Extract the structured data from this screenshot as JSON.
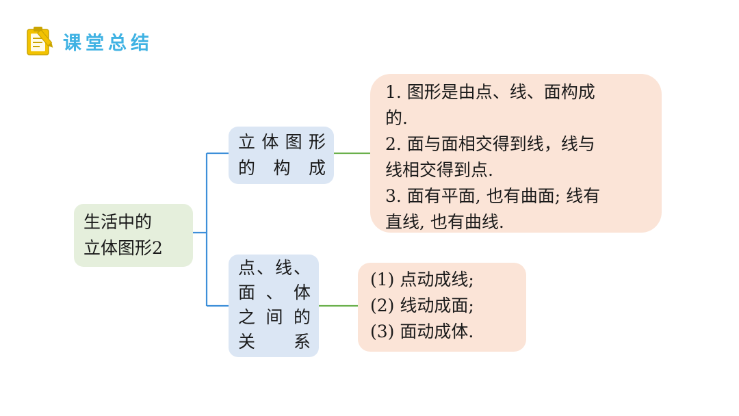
{
  "header": {
    "title": "课堂总结",
    "icon": "clipboard-pencil-icon",
    "colors": {
      "title": "#3fb2e3",
      "icon_fill": "#f2c200",
      "icon_stroke": "#caa400"
    }
  },
  "mindmap": {
    "root": {
      "lines": [
        "生活中的",
        "立体图形2"
      ]
    },
    "branches": [
      {
        "lines": [
          "立体图形",
          "的 构 成"
        ],
        "detail": [
          "1. 图形是由点、线、面构成",
          "的.",
          "2. 面与面相交得到线，线与",
          "线相交得到点.",
          "3. 面有平面, 也有曲面; 线有",
          "直线, 也有曲线."
        ]
      },
      {
        "lines": [
          "点、线、",
          "面、体",
          "之间的",
          "关 系"
        ],
        "detail": [
          "(1) 点动成线;",
          "(2) 线动成面;",
          "(3) 面动成体."
        ]
      }
    ],
    "colors": {
      "root_fill": "#e5efdc",
      "mid_fill": "#dbe6f4",
      "leaf_fill": "#fbe4d7",
      "connector_left": "#3d8fd9",
      "connector_right": "#6ab04c"
    }
  }
}
